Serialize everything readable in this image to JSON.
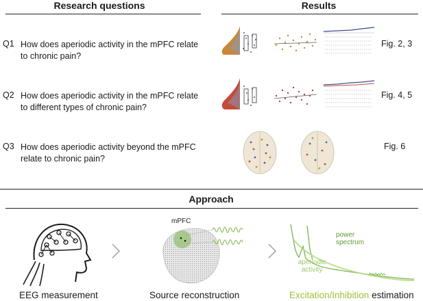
{
  "headers": {
    "research_questions": "Research questions",
    "results": "Results",
    "approach": "Approach"
  },
  "questions": [
    {
      "id": "Q1",
      "text": "How does aperiodic activity in the mPFC relate to chronic pain?",
      "figure": "Fig. 2, 3"
    },
    {
      "id": "Q2",
      "text": "How does aperiodic activity in the mPFC relate to different types of chronic pain?",
      "figure": "Fig. 4, 5"
    },
    {
      "id": "Q3",
      "text": "How does aperiodic activity beyond the mPFC relate to chronic pain?",
      "figure": "Fig. 6"
    }
  ],
  "approach": {
    "steps": [
      "EEG measurement",
      "Source reconstruction"
    ],
    "step3_highlight": "Excitation/Inhibition",
    "step3_rest": " estimation",
    "mpfc_label": "mPFC",
    "power_spectrum_label": "power spectrum",
    "aperiodic_label": "aperiodic activity"
  },
  "colors": {
    "q1_violin": "#c9873a",
    "q2_violin": "#c44a3a",
    "dots": "#b5402f",
    "green": "#7ab648",
    "blue_line": "#3b4a8c"
  }
}
